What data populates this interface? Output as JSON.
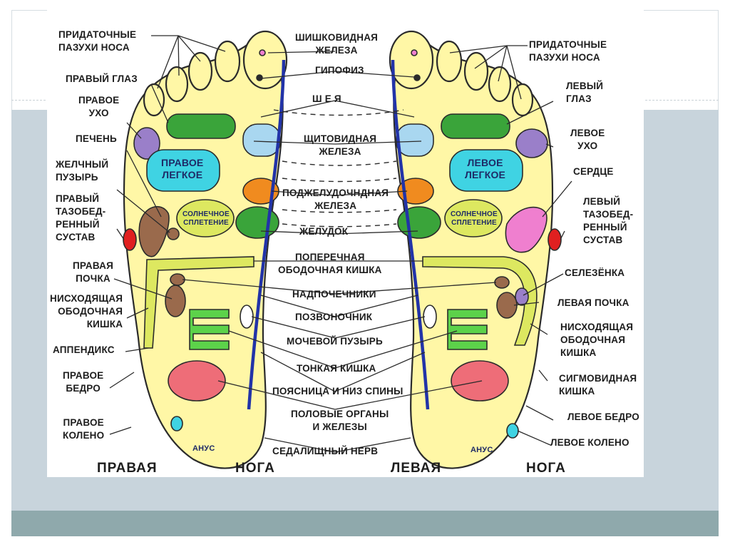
{
  "colors": {
    "foot": "#fff7a6",
    "eye_ear": "#9a7fc9",
    "lung": "#3fd3e3",
    "thyroid": "#a9d7f0",
    "pancreas": "#f08b1f",
    "stomach": "#3aa43a",
    "liver": "#9a6a4c",
    "intestine": "#5cd24a",
    "genitals": "#ee6d78",
    "colon": "#dde860",
    "spine": "#2233a8",
    "heart": "#ef7fcf"
  },
  "center_labels": {
    "pineal": "ШИШКОВИДНАЯ\nЖЕЛЕЗА",
    "pituitary": "ГИПОФИЗ",
    "neck": "Ш Е Я",
    "thyroid": "ЩИТОВИДНАЯ\nЖЕЛЕЗА",
    "pancreas": "ПОДЖЕЛУДОЧНДНАЯ\nЖЕЛЕЗА",
    "stomach": "ЖЕЛУДОК",
    "transverse_colon": "ПОПЕРЕЧНАЯ\nОБОДОЧНАЯ КИШКА",
    "adrenals": "НАДПОЧЕЧНИКИ",
    "spine": "ПОЗВОНОЧНИК",
    "bladder": "МОЧЕВОЙ ПУЗЫРЬ",
    "small_intestine": "ТОНКАЯ КИШКА",
    "lower_back": "ПОЯСНИЦА И НИЗ СПИНЫ",
    "genitals": "ПОЛОВЫЕ ОРГАНЫ\nИ ЖЕЛЕЗЫ",
    "sciatic": "СЕДАЛИЩНЫЙ НЕРВ"
  },
  "left_labels": {
    "sinuses": "ПРИДАТОЧНЫЕ\nПАЗУХИ НОСА",
    "right_eye": "ПРАВЫЙ ГЛАЗ",
    "right_ear": "ПРАВОЕ\nУХО",
    "liver": "ПЕЧЕНЬ",
    "gallbladder": "ЖЕЛЧНЫЙ\nПУЗЫРЬ",
    "right_hip": "ПРАВЫЙ\nТАЗОБЕД-\nРЕННЫЙ\nСУСТАВ",
    "right_kidney": "ПРАВАЯ\nПОЧКА",
    "descending_colon": "НИСХОДЯЩАЯ\nОБОДОЧНАЯ\nКИШКА",
    "appendix": "АППЕНДИКС",
    "right_thigh": "ПРАВОЕ\nБЕДРО",
    "right_knee": "ПРАВОЕ\nКОЛЕНО"
  },
  "right_labels": {
    "sinuses": "ПРИДАТОЧНЫЕ\nПАЗУХИ НОСА",
    "left_eye": "ЛЕВЫЙ\nГЛАЗ",
    "left_ear": "ЛЕВОЕ\nУХО",
    "heart": "СЕРДЦЕ",
    "left_hip": "ЛЕВЫЙ\nТАЗОБЕД-\nРЕННЫЙ\nСУСТАВ",
    "spleen": "СЕЛЕЗЁНКА",
    "left_kidney": "ЛЕВАЯ ПОЧКА",
    "descending_colon": "НИСХОДЯЩАЯ\nОБОДОЧНАЯ\nКИШКА",
    "sigmoid_colon": "СИГМОВИДНАЯ\nКИШКА",
    "left_thigh": "ЛЕВОЕ БЕДРО",
    "left_knee": "ЛЕВОЕ КОЛЕНО"
  },
  "inner_labels": {
    "right_lung": "ПРАВОЕ\nЛЕГКОЕ",
    "left_lung": "ЛЕВОЕ\nЛЕГКОЕ",
    "solar_plexus_right": "СОЛНЕЧНОЕ\nСПЛЕТЕНИЕ",
    "solar_plexus_left": "СОЛНЕЧНОЕ\nСПЛЕТЕНИЕ",
    "anus_right": "АНУС",
    "anus_left": "АНУС"
  },
  "footer": {
    "right_word1": "ПРАВАЯ",
    "right_word2": "НОГА",
    "left_word1": "ЛЕВАЯ",
    "left_word2": "НОГА"
  }
}
